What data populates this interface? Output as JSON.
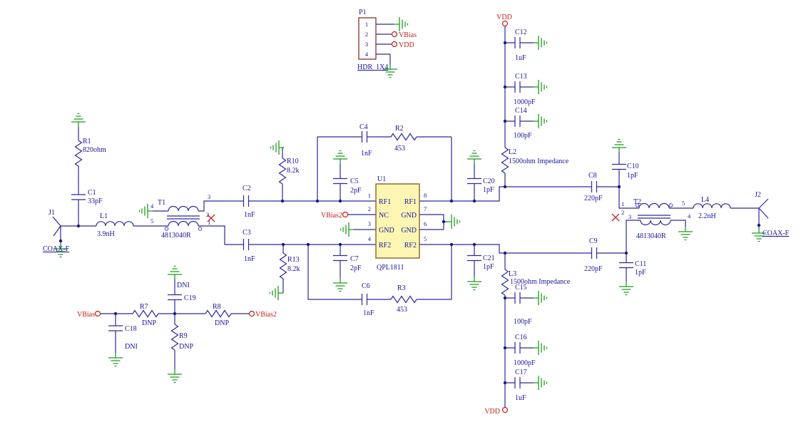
{
  "power": {
    "vdd": "VDD",
    "vbias": "VBias",
    "vbias2": "VBias2"
  },
  "parts": {
    "P1": {
      "ref": "P1",
      "part": "HDR_1X4",
      "pins": [
        "1",
        "2",
        "3",
        "4"
      ]
    },
    "U1": {
      "ref": "U1",
      "part": "QPL1811",
      "left_nums": [
        "1",
        "2",
        "3",
        "4"
      ],
      "right_nums": [
        "8",
        "7",
        "6",
        "5"
      ],
      "left_names": [
        "RF1",
        "NC",
        "GND",
        "RF2"
      ],
      "right_names": [
        "RF1",
        "GND",
        "GND",
        "RF2"
      ]
    },
    "T1": {
      "ref": "T1",
      "part": "4813040R",
      "pin_top_left": "4",
      "pin_bot_left": "5",
      "pin_top_right": "3",
      "pin_mid_right": "2",
      "pin_bot_right": "1"
    },
    "T2": {
      "ref": "T2",
      "part": "4813040R",
      "pin_top_left": "1",
      "pin_mid_left": "2",
      "pin_bot_left": "3",
      "pin_top_right": "5",
      "pin_bot_right": "4"
    },
    "J1": {
      "ref": "J1",
      "part": "COAX-F"
    },
    "J2": {
      "ref": "J2",
      "part": "COAX-F"
    },
    "R1": {
      "ref": "R1",
      "value": "820ohm"
    },
    "R2": {
      "ref": "R2",
      "value": "453"
    },
    "R3": {
      "ref": "R3",
      "value": "453"
    },
    "R7": {
      "ref": "R7",
      "value": "DNP"
    },
    "R8": {
      "ref": "R8",
      "value": "DNP"
    },
    "R9": {
      "ref": "R9",
      "value": "DNP"
    },
    "R10": {
      "ref": "R10",
      "value": "8.2k"
    },
    "R13": {
      "ref": "R13",
      "value": "8.2k"
    },
    "L1": {
      "ref": "L1",
      "value": "3.9nH"
    },
    "L2": {
      "ref": "L2",
      "value": "1500ohm Impedance"
    },
    "L3": {
      "ref": "L3",
      "value": "1500ohm Impedance"
    },
    "L4": {
      "ref": "L4",
      "value": "2.2nH"
    },
    "C1": {
      "ref": "C1",
      "value": "33pF"
    },
    "C2": {
      "ref": "C2",
      "value": "1nF"
    },
    "C3": {
      "ref": "C3",
      "value": "1nF"
    },
    "C4": {
      "ref": "C4",
      "value": "1nF"
    },
    "C5": {
      "ref": "C5",
      "value": "2pF"
    },
    "C6": {
      "ref": "C6",
      "value": "1nF"
    },
    "C7": {
      "ref": "C7",
      "value": "2pF"
    },
    "C8": {
      "ref": "C8",
      "value": "220pF"
    },
    "C9": {
      "ref": "C9",
      "value": "220pF"
    },
    "C10": {
      "ref": "C10",
      "value": "1pF"
    },
    "C11": {
      "ref": "C11",
      "value": "1pF"
    },
    "C12": {
      "ref": "C12",
      "value": "1uF"
    },
    "C13": {
      "ref": "C13",
      "value": "1000pF"
    },
    "C14": {
      "ref": "C14",
      "value": "100pF"
    },
    "C15": {
      "ref": "C15",
      "value": "100pF"
    },
    "C16": {
      "ref": "C16",
      "value": "1000pF"
    },
    "C17": {
      "ref": "C17",
      "value": "1uF"
    },
    "C18": {
      "ref": "C18",
      "value": "DNI"
    },
    "C19": {
      "ref": "C19",
      "value": "DNI"
    },
    "C20": {
      "ref": "C20",
      "value": "1pF"
    },
    "C21": {
      "ref": "C21",
      "value": "1pF"
    }
  },
  "colors": {
    "wire": "#2a2a9e",
    "label": "#15159b",
    "power_red": "#c0201c",
    "ground_green": "#1f9b1f",
    "ic_fill": "#fdf6b3",
    "ic_border": "#8a6428",
    "no_connect_x": "#c03030"
  }
}
